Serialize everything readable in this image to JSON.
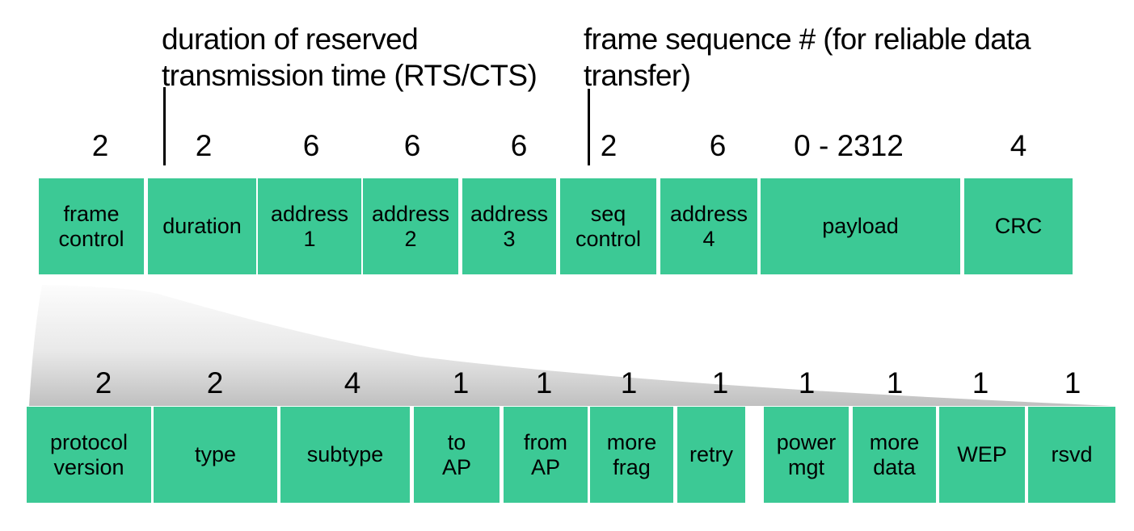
{
  "diagram": "802.11 wifi frame structure",
  "colors": {
    "field_box": "#3cc995",
    "text": "#000000",
    "annotation_line": "#000000",
    "swoosh_top": "#fdfdfd",
    "swoosh_bottom": "#bfbfbf"
  },
  "notes": {
    "duration": "duration of reserved\ntransmission time (RTS/CTS)",
    "sequence": "frame sequence # (for reliable data\ntransfer)"
  },
  "frame": {
    "fields": [
      {
        "size": "2",
        "label": "frame\ncontrol"
      },
      {
        "size": "2",
        "label": "duration"
      },
      {
        "size": "6",
        "label": "address\n1"
      },
      {
        "size": "6",
        "label": "address\n2"
      },
      {
        "size": "6",
        "label": "address\n3"
      },
      {
        "size": "2",
        "label": "seq\ncontrol"
      },
      {
        "size": "6",
        "label": "address\n4"
      },
      {
        "size": "0 - 2312",
        "label": "payload"
      },
      {
        "size": "4",
        "label": "CRC"
      }
    ]
  },
  "frame_control": {
    "fields": [
      {
        "size": "2",
        "label": "protocol\nversion"
      },
      {
        "size": "2",
        "label": "type"
      },
      {
        "size": "4",
        "label": "subtype"
      },
      {
        "size": "1",
        "label": "to\nAP"
      },
      {
        "size": "1",
        "label": "from\nAP"
      },
      {
        "size": "1",
        "label": "more\nfrag"
      },
      {
        "size": "1",
        "label": "retry"
      },
      {
        "size": "1",
        "label": "power\nmgt"
      },
      {
        "size": "1",
        "label": "more\ndata"
      },
      {
        "size": "1",
        "label": "WEP"
      },
      {
        "size": "1",
        "label": "rsvd"
      }
    ]
  }
}
